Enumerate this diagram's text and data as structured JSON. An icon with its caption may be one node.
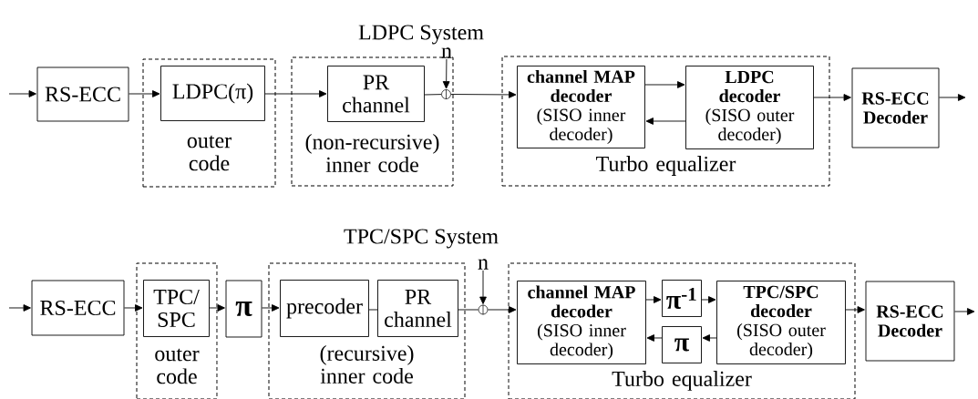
{
  "diagram": {
    "nodes": [
      {
        "text": [
          "RS-ECC"
        ]
      },
      {
        "text": [
          "outer code"
        ]
      },
      {
        "text": [
          "LDPC(π)"
        ],
        "in": 1
      },
      {
        "text": [
          "(non-recursive) inner code"
        ]
      },
      {
        "text": [
          "PR channel"
        ],
        "in": 3
      },
      {
        "text": [
          "n"
        ]
      },
      {
        "text": [],
        "shape": "circle",
        "in": 3
      },
      {
        "text": [
          "Turbo equalizer"
        ]
      },
      {
        "text": [
          "channel MAP decoder",
          "(SISO inner decoder)"
        ],
        "in": 7
      },
      {
        "text": [
          "LDPC decoder",
          "(SISO outer decoder)"
        ],
        "in": 7
      },
      {
        "text": [
          "RS-ECC Decoder"
        ]
      },
      {
        "text": [
          "RS-ECC"
        ]
      },
      {
        "text": [
          "outer code"
        ]
      },
      {
        "text": [
          "TPC/ SPC"
        ],
        "in": 12
      },
      {
        "text": [
          "π"
        ]
      },
      {
        "text": [
          "(recursive) inner code"
        ]
      },
      {
        "text": [
          "precoder"
        ],
        "in": 15
      },
      {
        "text": [
          "PR channel"
        ],
        "in": 15
      },
      {
        "text": [
          "n"
        ]
      },
      {
        "text": [],
        "shape": "circle"
      },
      {
        "text": [
          "Turbo equalizer"
        ]
      },
      {
        "text": [
          "channel MAP decoder",
          "(SISO inner decoder)"
        ],
        "in": 20
      },
      {
        "text": [
          "π$^{-1}$"
        ],
        "in": 20
      },
      {
        "text": [
          "π"
        ],
        "in": 20
      },
      {
        "text": [
          "TPC/SPC decoder",
          "(SISO outer decoder)"
        ],
        "in": 20
      },
      {
        "text": [
          "RS-ECC Decoder"
        ]
      }
    ],
    "edges": [
      {
        "from": null,
        "to": 0,
        "arrow": "to"
      },
      {
        "from": 0,
        "to": 2,
        "arrow": "to"
      },
      {
        "from": 2,
        "to": 4,
        "arrow": "to"
      },
      {
        "from": 4,
        "to": 6,
        "arrow": "none"
      },
      {
        "from": 5,
        "to": 6,
        "arrow": "to"
      },
      {
        "from": 6,
        "to": 8,
        "arrow": "to"
      },
      {
        "from": 8,
        "to": 9,
        "arrow": "to"
      },
      {
        "from": 9,
        "to": 8,
        "arrow": "to"
      },
      {
        "from": 9,
        "to": 10,
        "arrow": "to"
      },
      {
        "from": 10,
        "to": null,
        "arrow": "to"
      },
      {
        "from": null,
        "to": 11,
        "arrow": "to"
      },
      {
        "from": 11,
        "to": 13,
        "arrow": "to"
      },
      {
        "from": 13,
        "to": 14,
        "arrow": "to"
      },
      {
        "from": 14,
        "to": 16,
        "arrow": "to"
      },
      {
        "from": 16,
        "to": 17,
        "arrow": "none"
      },
      {
        "from": 17,
        "to": 19,
        "arrow": "none"
      },
      {
        "from": 18,
        "to": 19,
        "arrow": "to"
      },
      {
        "from": 19,
        "to": 21,
        "arrow": "to"
      },
      {
        "from": 21,
        "to": 22,
        "arrow": "to"
      },
      {
        "from": 22,
        "to": 24,
        "arrow": "to"
      },
      {
        "from": 24,
        "to": 23,
        "arrow": "to"
      },
      {
        "from": 23,
        "to": 21,
        "arrow": "to"
      },
      {
        "from": 24,
        "to": 25,
        "arrow": "to"
      },
      {
        "from": 25,
        "to": null,
        "arrow": "to"
      }
    ],
    "labels": [
      "LDPC System",
      "TPC/SPC System"
    ]
  }
}
